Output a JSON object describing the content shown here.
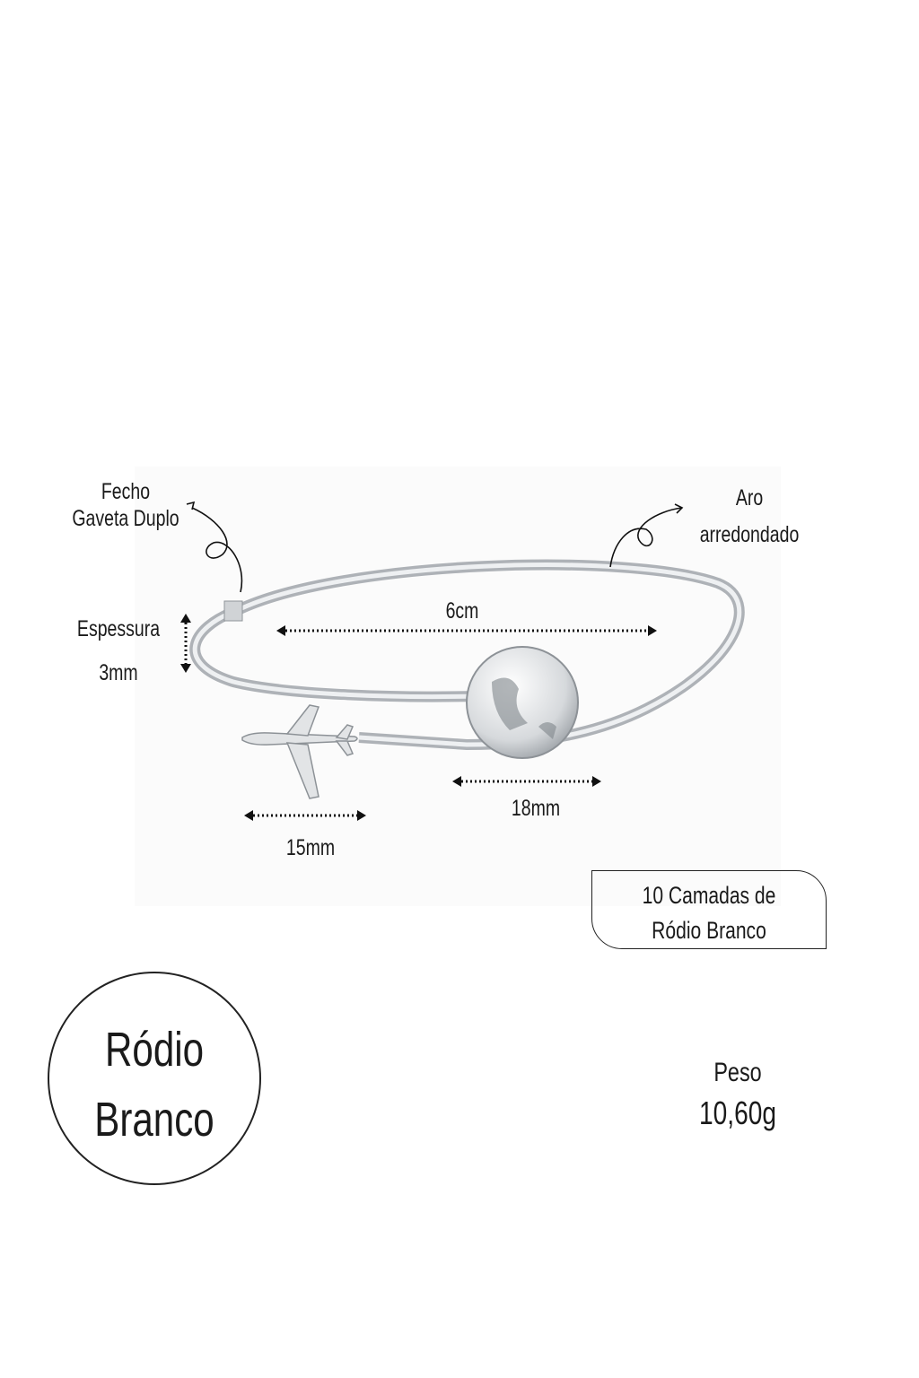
{
  "labels": {
    "clasp": [
      "Fecho",
      "Gaveta Duplo"
    ],
    "bangle": [
      "Aro",
      "arredondado"
    ],
    "thickness": [
      "Espessura",
      "3mm"
    ],
    "width": "6cm",
    "globe_size": "18mm",
    "plane_size": "15mm"
  },
  "plating_box": [
    "10 Camadas de",
    "Ródio Branco"
  ],
  "finish_badge": [
    "Ródio",
    "Branco"
  ],
  "weight": {
    "label": "Peso",
    "value": "10,60g"
  },
  "colors": {
    "ink": "#1a1a1a",
    "silver": "#c9ccd0"
  }
}
